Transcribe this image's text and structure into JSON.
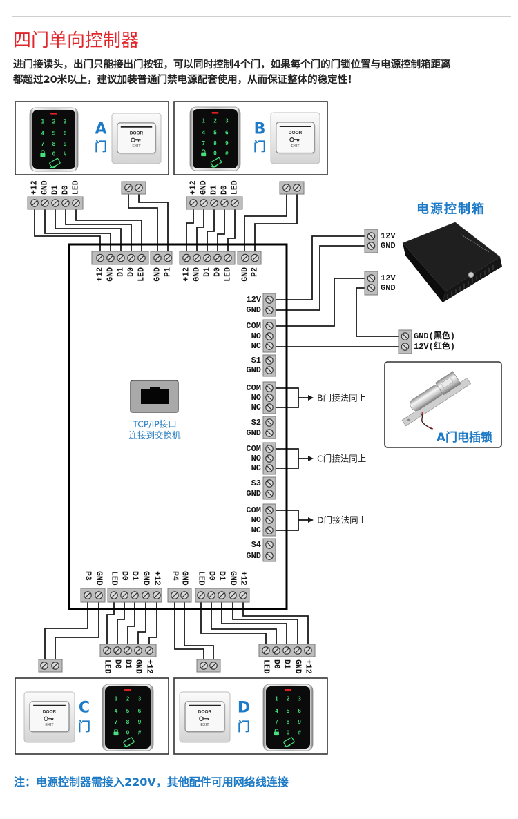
{
  "header": {
    "title": "四门单向控制器",
    "description": [
      "进门接读头，出门只能接出门按钮，可以同时控制4个门，如果每个门的门锁位置与电源控制箱距离",
      "都超过20米以上，建议加装普通门禁电源配套使用，从而保证整体的稳定性！"
    ]
  },
  "doors": [
    {
      "letter": "A",
      "suffix": "门"
    },
    {
      "letter": "B",
      "suffix": "门"
    },
    {
      "letter": "C",
      "suffix": "门"
    },
    {
      "letter": "D",
      "suffix": "门"
    }
  ],
  "keypad": {
    "keys": [
      "1",
      "2",
      "3",
      "4",
      "5",
      "6",
      "7",
      "8",
      "9",
      "0",
      "#"
    ],
    "lock_key_icon": "lock-icon",
    "card_icon": "card-swipe-icon"
  },
  "exit_button": {
    "top_text": "DOOR",
    "bottom_text": "EXIT",
    "icon": "key-icon"
  },
  "reader_wiring": {
    "top_readers": {
      "terminals": [
        "+12",
        "GND",
        "D1",
        "D0",
        "LED"
      ]
    },
    "bottom_readers": {
      "terminals": [
        "LED",
        "D0",
        "D1",
        "GND",
        "+12"
      ]
    }
  },
  "controller": {
    "top": {
      "reader_a": [
        "+12",
        "GND",
        "D1",
        "D0",
        "LED"
      ],
      "exit_a": [
        "GND",
        "P1"
      ],
      "reader_b": [
        "+12",
        "GND",
        "D1",
        "D0",
        "LED"
      ],
      "exit_b": [
        "GND",
        "P2"
      ]
    },
    "bottom": {
      "exit_c": [
        "P3",
        "GND"
      ],
      "reader_c": [
        "LED",
        "D0",
        "D1",
        "GND",
        "+12"
      ],
      "exit_d": [
        "P4",
        "GND"
      ],
      "reader_d": [
        "LED",
        "D0",
        "D1",
        "GND",
        "+12"
      ]
    },
    "right": [
      [
        "12V",
        "GND"
      ],
      [
        "COM",
        "NO",
        "NC"
      ],
      [
        "S1",
        "GND"
      ],
      [
        "COM",
        "NO",
        "NC"
      ],
      [
        "S2",
        "GND"
      ],
      [
        "COM",
        "NO",
        "NC"
      ],
      [
        "S3",
        "GND"
      ],
      [
        "COM",
        "NO",
        "NC"
      ],
      [
        "S4",
        "GND"
      ]
    ],
    "network_port": {
      "icon": "ethernet-port-icon",
      "line1": "TCP/IP接口",
      "line2": "连接到交换机"
    }
  },
  "power_box": {
    "title": "电源控制箱",
    "output_1": [
      "12V",
      "GND"
    ],
    "output_2": [
      "12V",
      "GND"
    ]
  },
  "electric_lock": {
    "terminals": [
      "GND(黑色)",
      "12V(红色)"
    ],
    "caption": "A门电插锁"
  },
  "relay_notes": [
    "B门接法同上",
    "C门接法同上",
    "D门接法同上"
  ],
  "footer": {
    "note": "注：电源控制器需接入220V，其他配件可用网络线连接"
  },
  "colors": {
    "title": "#e0262b",
    "accent_blue": "#1d7ac6",
    "terminal_gray": "#bdbdbd",
    "wire": "#1a1a1a",
    "keypad_green": "#46e07f",
    "keypad_led": "#e02020"
  }
}
